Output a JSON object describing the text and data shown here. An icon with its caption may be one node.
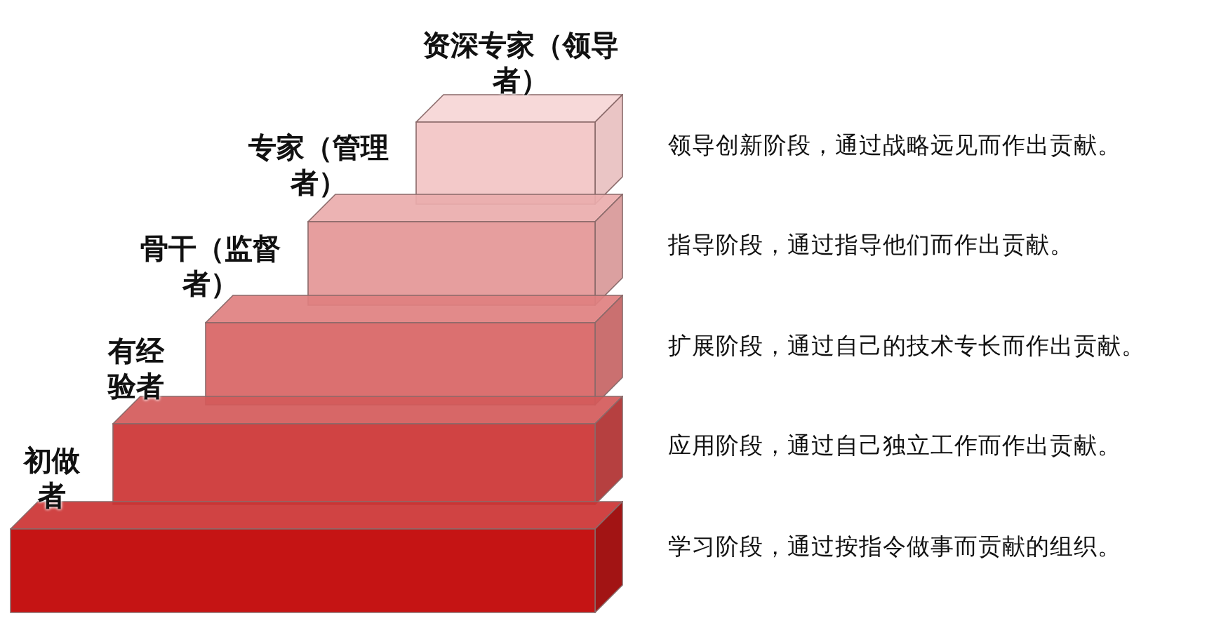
{
  "diagram": {
    "nodes": [
      {
        "text": [
          "资深专家（领导者）"
        ],
        "beside": [
          "领导创新阶段，通过战略远见而作出贡献。"
        ]
      },
      {
        "text": [
          "专家（管理者）"
        ],
        "beside": [
          "指导阶段，通过指导他们而作出贡献。"
        ]
      },
      {
        "text": [
          "骨干（监督者）"
        ],
        "beside": [
          "扩展阶段，通过自己的技术专长而作出贡献。"
        ]
      },
      {
        "text": [
          "有经验者"
        ],
        "beside": [
          "应用阶段，通过自己独立工作而作出贡献。"
        ]
      },
      {
        "text": [
          "初做者"
        ],
        "beside": [
          "学习阶段，通过按指令做事而贡献的组织。"
        ]
      }
    ]
  }
}
